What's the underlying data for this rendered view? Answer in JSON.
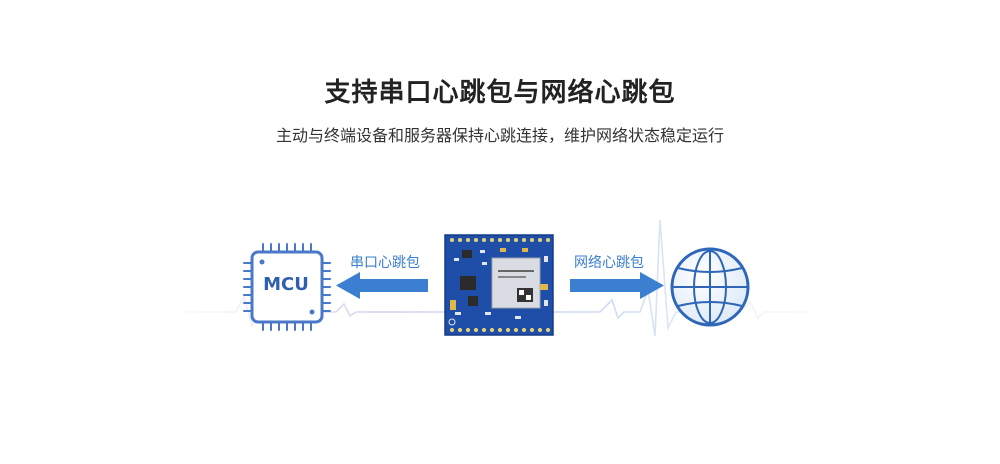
{
  "header": {
    "title": "支持串口心跳包与网络心跳包",
    "subtitle": "主动与终端设备和服务器保持心跳连接，维护网络状态稳定运行"
  },
  "diagram": {
    "left_arrow_label": "串口心跳包",
    "right_arrow_label": "网络心跳包",
    "mcu_label": "MCU"
  },
  "colors": {
    "accent": "#3a7fd0",
    "mcu_border": "#4a78c8",
    "board": "#1f4ea8"
  },
  "icons": [
    "mcu-chip-icon",
    "globe-icon",
    "module-board-image",
    "arrow-left-icon",
    "arrow-right-icon"
  ]
}
